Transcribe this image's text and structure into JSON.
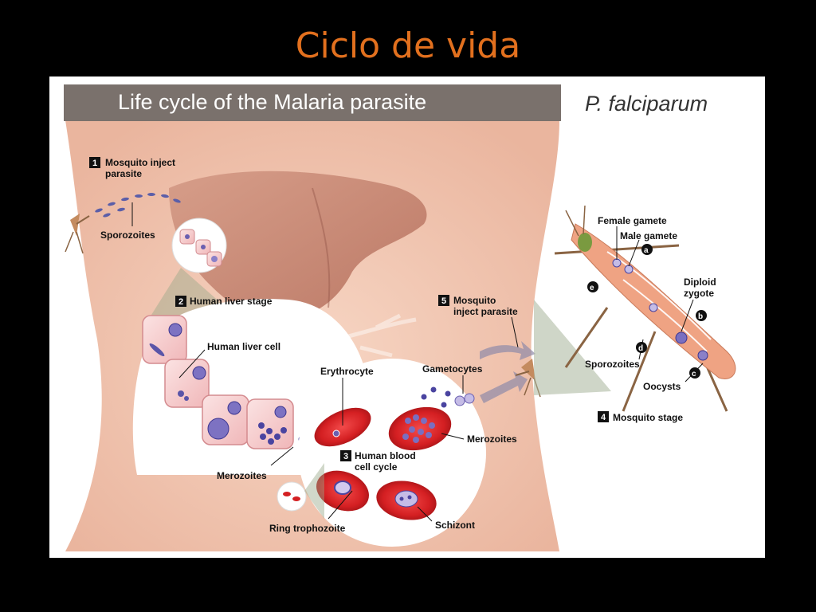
{
  "slide_title": "Ciclo de vida",
  "diagram": {
    "banner_title": "Life cycle of the Malaria parasite",
    "species": "P. falciparum",
    "stages": [
      {
        "number": "1",
        "label_line1": "Mosquito inject",
        "label_line2": "parasite"
      },
      {
        "number": "2",
        "label": "Human liver stage"
      },
      {
        "number": "3",
        "label_line1": "Human blood",
        "label_line2": "cell cycle"
      },
      {
        "number": "4",
        "label": "Mosquito stage"
      },
      {
        "number": "5",
        "label_line1": "Mosquito",
        "label_line2": "inject parasite"
      }
    ],
    "labels": {
      "sporozoites": "Sporozoites",
      "human_liver_cell": "Human liver cell",
      "erythrocyte": "Erythrocyte",
      "gametocytes": "Gametocytes",
      "merozoites_blood": "Merozoites",
      "merozoites_liver": "Merozoites",
      "ring_trophozoite": "Ring trophozoite",
      "schizont": "Schizont",
      "female_gamete": "Female gamete",
      "male_gamete": "Male gamete",
      "diploid_line1": "Diploid",
      "diploid_line2": "zygote",
      "mosquito_sporozoites": "Sporozoites",
      "oocysts": "Oocysts"
    },
    "mosquito_markers": [
      "a",
      "b",
      "c",
      "d",
      "e"
    ]
  }
}
